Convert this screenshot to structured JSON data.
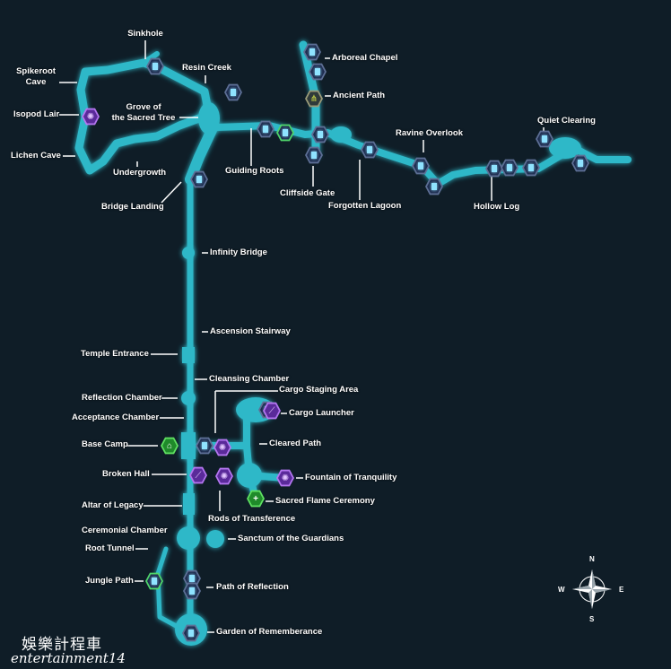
{
  "labels": {
    "sinkhole": "Sinkhole",
    "spikeroot_cave_1": "Spikeroot",
    "spikeroot_cave_2": "Cave",
    "isopod_lair": "Isopod Lair",
    "grove_1": "Grove of",
    "grove_2": "the Sacred Tree",
    "lichen_cave": "Lichen Cave",
    "undergrowth": "Undergrowth",
    "bridge_landing": "Bridge Landing",
    "resin_creek": "Resin Creek",
    "guiding_roots": "Guiding Roots",
    "cliffside_gate": "Cliffside Gate",
    "arboreal_chapel": "Arboreal Chapel",
    "ancient_path": "Ancient Path",
    "forgotten_lagoon": "Forgotten Lagoon",
    "ravine_overlook": "Ravine Overlook",
    "hollow_log": "Hollow Log",
    "quiet_clearing": "Quiet Clearing",
    "infinity_bridge": "Infinity Bridge",
    "ascension_stairway": "Ascension Stairway",
    "temple_entrance": "Temple Entrance",
    "cleansing_chamber": "Cleansing Chamber",
    "cargo_staging_area": "Cargo Staging Area",
    "reflection_chamber": "Reflection Chamber",
    "cargo_launcher": "Cargo Launcher",
    "acceptance_chamber": "Acceptance Chamber",
    "base_camp": "Base Camp",
    "cleared_path": "Cleared Path",
    "broken_hall": "Broken Hall",
    "fountain_of_tranquility": "Fountain of Tranquility",
    "sacred_flame_ceremony": "Sacred Flame Ceremony",
    "altar_of_legacy": "Altar of Legacy",
    "rods_of_transference": "Rods of Transference",
    "ceremonial_chamber": "Ceremonial Chamber",
    "sanctum_of_the_guardians": "Sanctum of the Guardians",
    "root_tunnel": "Root Tunnel",
    "jungle_path": "Jungle Path",
    "path_of_reflection": "Path of Reflection",
    "garden_of_rememberance": "Garden of Rememberance"
  },
  "compass": {
    "n": "N",
    "s": "S",
    "e": "E",
    "w": "W"
  },
  "watermark": {
    "line1": "娛樂計程車",
    "line2": "entertainment14"
  },
  "colors": {
    "background": "#0f1d27",
    "path": "#2fb8c8",
    "data_icon": "#1d2b4e",
    "purple_icon": "#5a2a9a",
    "green_icon": "#1f8a2a"
  }
}
